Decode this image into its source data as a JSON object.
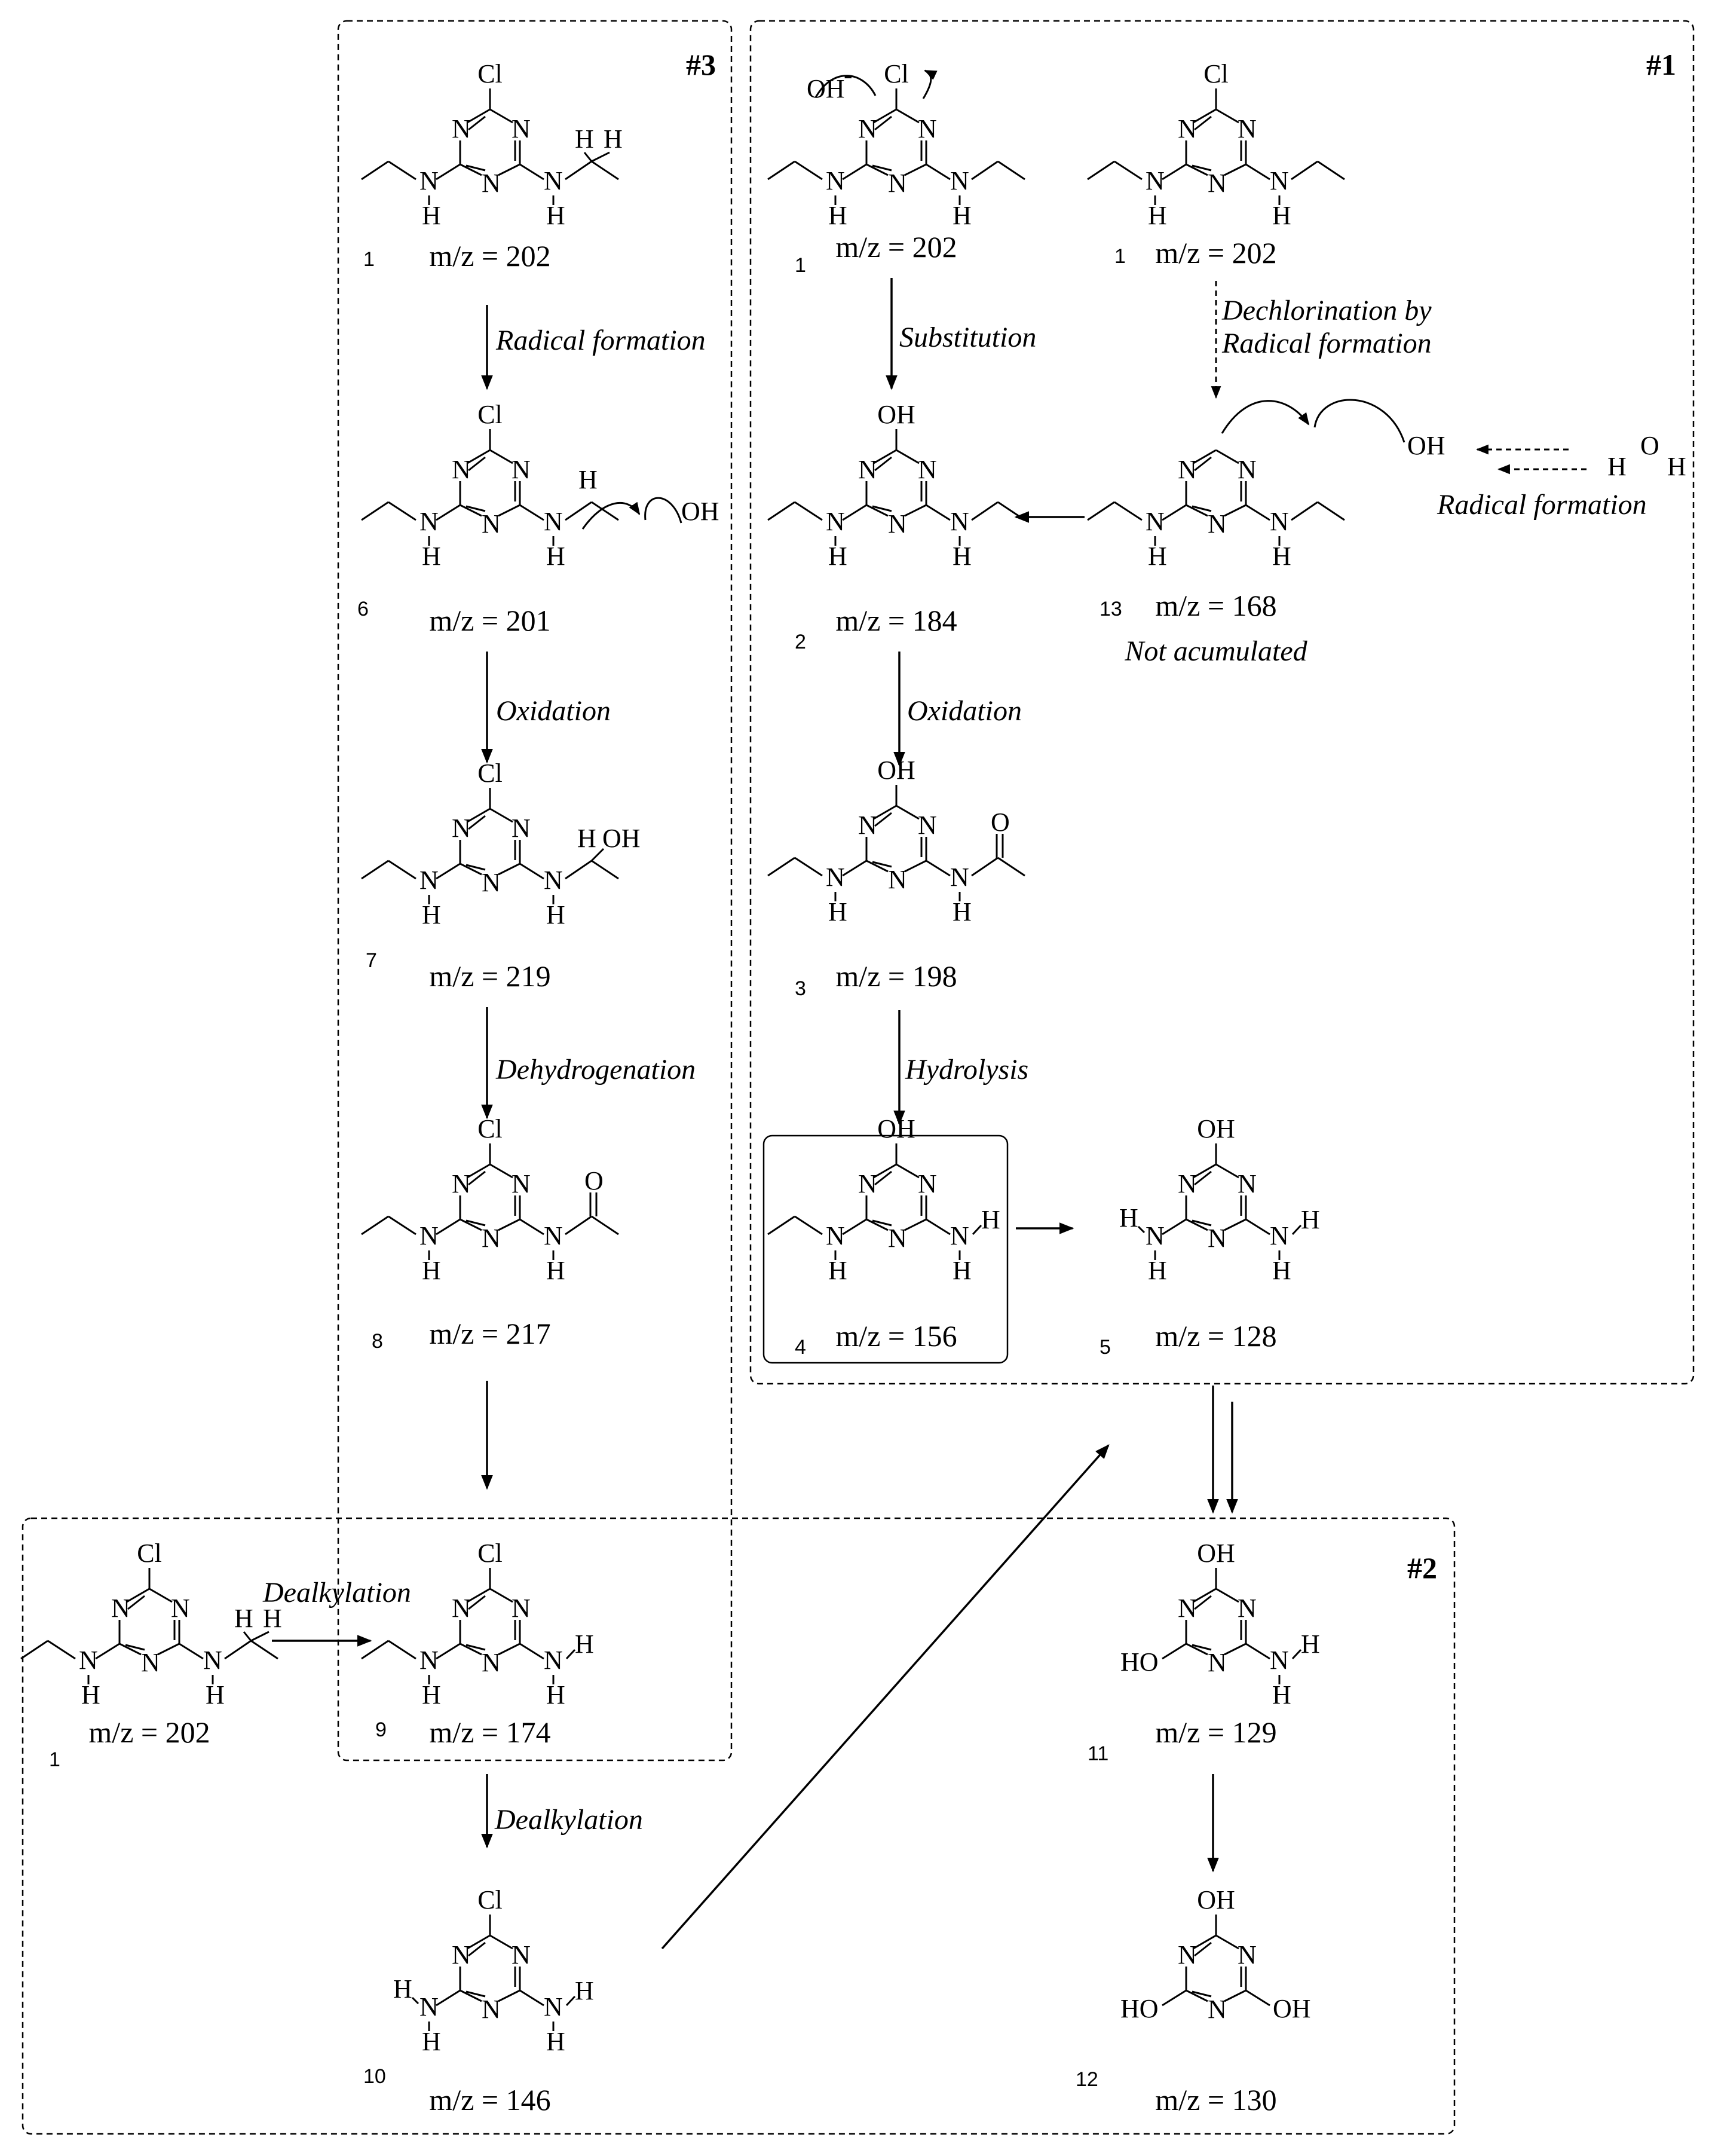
{
  "panels": {
    "p1": "#1",
    "p2": "#2",
    "p3": "#3"
  },
  "compounds": [
    {
      "id": "c1a",
      "num": "1",
      "mz": "m/z = 202"
    },
    {
      "id": "c6",
      "num": "6",
      "mz": "m/z = 201"
    },
    {
      "id": "c7",
      "num": "7",
      "mz": "m/z = 219"
    },
    {
      "id": "c8",
      "num": "8",
      "mz": "m/z = 217"
    },
    {
      "id": "c1b",
      "num": "1",
      "mz": "m/z = 202"
    },
    {
      "id": "c1c",
      "num": "1",
      "mz": "m/z = 202"
    },
    {
      "id": "c2",
      "num": "2",
      "mz": "m/z = 184"
    },
    {
      "id": "c13",
      "num": "13",
      "mz": "m/z = 168",
      "note": "Not acumulated"
    },
    {
      "id": "c3",
      "num": "3",
      "mz": "m/z = 198"
    },
    {
      "id": "c4",
      "num": "4",
      "mz": "m/z = 156"
    },
    {
      "id": "c5",
      "num": "5",
      "mz": "m/z = 128"
    },
    {
      "id": "c1d",
      "num": "1",
      "mz": "m/z = 202"
    },
    {
      "id": "c9",
      "num": "9",
      "mz": "m/z = 174"
    },
    {
      "id": "c10",
      "num": "10",
      "mz": "m/z = 146"
    },
    {
      "id": "c11",
      "num": "11",
      "mz": "m/z = 129"
    },
    {
      "id": "c12",
      "num": "12",
      "mz": "m/z = 130"
    }
  ],
  "reactions": {
    "radical_formation": "Radical formation",
    "oxidation": "Oxidation",
    "dehydrogenation": "Dehydrogenation",
    "substitution": "Substitution",
    "dechlorination_1": "Dechlorination by",
    "dechlorination_2": "Radical formation",
    "radical_formation_water": "Radical formation",
    "oxidation_2": "Oxidation",
    "hydrolysis": "Hydrolysis",
    "dealkylation_1": "Dealkylation",
    "dealkylation_2": "Dealkylation"
  },
  "atoms": {
    "cl": "Cl",
    "oh": "OH",
    "ho": "HO",
    "o": "O",
    "n": "N",
    "h": "H",
    "oh_minus": "OH",
    "minus": "-",
    "water_h1": "H",
    "water_o": "O",
    "water_h2": "H"
  }
}
